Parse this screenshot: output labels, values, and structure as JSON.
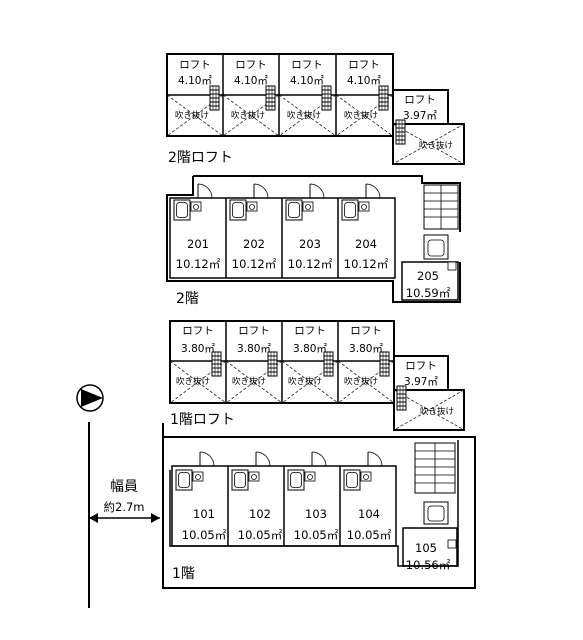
{
  "floor2_loft": {
    "title": "2階ロフト",
    "lofts": [
      {
        "label": "ロフト",
        "area": "4.10㎡",
        "void": "吹き抜け"
      },
      {
        "label": "ロフト",
        "area": "4.10㎡",
        "void": "吹き抜け"
      },
      {
        "label": "ロフト",
        "area": "4.10㎡",
        "void": "吹き抜け"
      },
      {
        "label": "ロフト",
        "area": "4.10㎡",
        "void": "吹き抜け"
      }
    ],
    "end_loft": {
      "label": "ロフト",
      "area": "3.97㎡",
      "void": "吹き抜け"
    }
  },
  "floor2": {
    "title": "2階",
    "rooms": [
      {
        "no": "201",
        "area": "10.12㎡"
      },
      {
        "no": "202",
        "area": "10.12㎡"
      },
      {
        "no": "203",
        "area": "10.12㎡"
      },
      {
        "no": "204",
        "area": "10.12㎡"
      }
    ],
    "end_room": {
      "no": "205",
      "area": "10.59㎡"
    }
  },
  "floor1_loft": {
    "title": "1階ロフト",
    "lofts": [
      {
        "label": "ロフト",
        "area": "3.80㎡",
        "void": "吹き抜け"
      },
      {
        "label": "ロフト",
        "area": "3.80㎡",
        "void": "吹き抜け"
      },
      {
        "label": "ロフト",
        "area": "3.80㎡",
        "void": "吹き抜け"
      },
      {
        "label": "ロフト",
        "area": "3.80㎡",
        "void": "吹き抜け"
      }
    ],
    "end_loft": {
      "label": "ロフト",
      "area": "3.97㎡",
      "void": "吹き抜け"
    }
  },
  "floor1": {
    "title": "1階",
    "rooms": [
      {
        "no": "101",
        "area": "10.05㎡"
      },
      {
        "no": "102",
        "area": "10.05㎡"
      },
      {
        "no": "103",
        "area": "10.05㎡"
      },
      {
        "no": "104",
        "area": "10.05㎡"
      }
    ],
    "end_room": {
      "no": "105",
      "area": "10.56㎡"
    }
  },
  "road": {
    "label": "幅員",
    "width": "約2.7m"
  },
  "north_icon": "north-arrow-icon"
}
